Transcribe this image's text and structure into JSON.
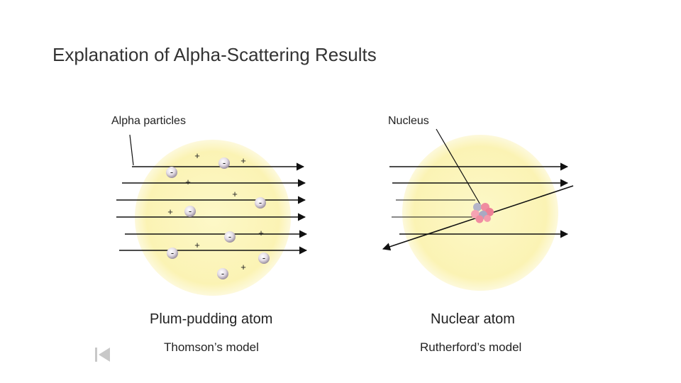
{
  "slide": {
    "title": "Explanation of Alpha-Scattering Results"
  },
  "left_model": {
    "pointer_label": "Alpha particles",
    "caption": "Plum-pudding atom",
    "subcaption": "Thomson’s model",
    "charge_labels": {
      "positive": "+",
      "negative": "-"
    }
  },
  "right_model": {
    "pointer_label": "Nucleus",
    "caption": "Nuclear atom",
    "subcaption": "Rutherford’s model"
  },
  "colors": {
    "atom_fill": "#fbf5c0",
    "arrow": "#111111",
    "nucleus_proton": "#f08ca0",
    "nucleus_neutron": "#b4b4c8"
  },
  "nav": {
    "icon": "skip-back-icon"
  }
}
